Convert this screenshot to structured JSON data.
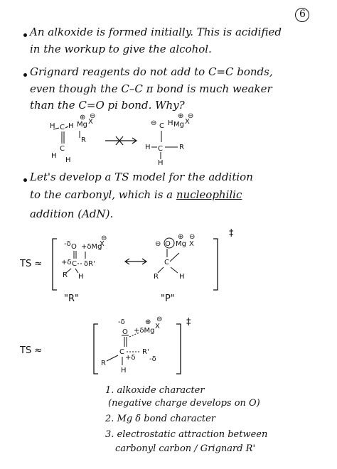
{
  "page_number": "6",
  "notes": {
    "line1a": "An alkoxide is formed initially. This is acidified",
    "line1b": "in the workup to give the alcohol.",
    "line2a": "Grignard reagents do not add to C=C bonds,",
    "line2b": "even though the C–C π bond is much weaker",
    "line2c": "than the C=O pi bond. Why?",
    "line3a": "Let's develop a TS model for the addition",
    "line3b": "to the carbonyl, which is a",
    "line3b_term": "nucleophilic",
    "line3c": "addition (AdN)."
  },
  "ts_labels": {
    "ts1": "TS ≈",
    "ts2": "TS ≈",
    "r_label": "\"R\"",
    "p_label": "\"P\"",
    "dagger": "‡"
  },
  "list": {
    "item1a": "1. alkoxide character",
    "item1b": "(negative charge develops on O)",
    "item2": "2. Mg δ bond character",
    "item3a": "3. electrostatic attraction between",
    "item3b": "carbonyl carbon / Grignard R'"
  }
}
